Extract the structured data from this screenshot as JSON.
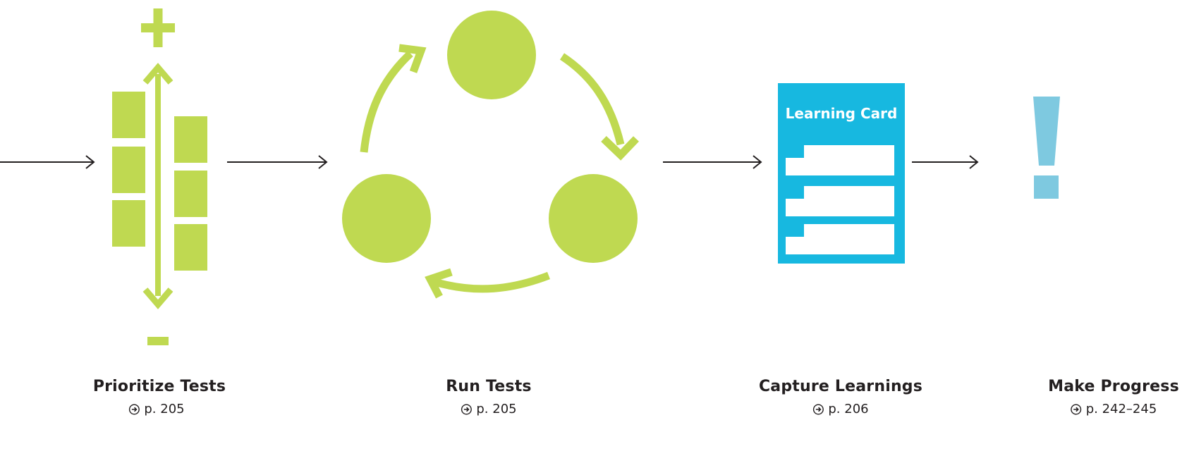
{
  "colors": {
    "green": "#bfd951",
    "cyan": "#17b8e0",
    "light_blue": "#7ec9e0",
    "arrow": "#231f20",
    "card_text": "#ffffff"
  },
  "prioritize": {
    "plus_symbol": "+",
    "minus_symbol": "-"
  },
  "learning_card": {
    "title": "Learning Card"
  },
  "progress": {
    "symbol": "!"
  },
  "steps": [
    {
      "title": "Prioritize Tests",
      "ref": "p. 205",
      "ref_icon": "arrow-circle-icon"
    },
    {
      "title": "Run Tests",
      "ref": "p. 205",
      "ref_icon": "arrow-circle-icon"
    },
    {
      "title": "Capture Learnings",
      "ref": "p. 206",
      "ref_icon": "arrow-circle-icon"
    },
    {
      "title": "Make Progress",
      "ref": "p. 242–245",
      "ref_icon": "arrow-circle-icon"
    }
  ]
}
